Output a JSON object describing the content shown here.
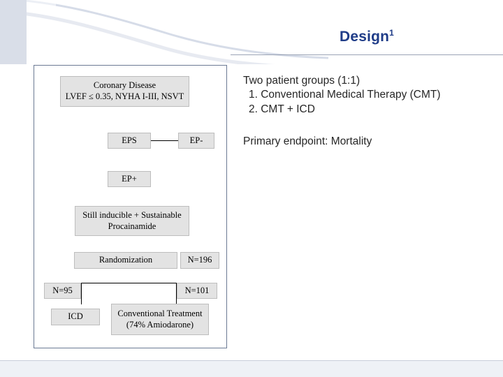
{
  "slide": {
    "title": "Design",
    "title_superscript": "1",
    "accent_color": "#1f3c88"
  },
  "diagram": {
    "nodes": [
      {
        "id": "coronary-disease",
        "line1": "Coronary Disease",
        "line2": "LVEF ≤ 0.35, NYHA I-III, NSVT"
      },
      {
        "id": "eps",
        "line1": "EPS",
        "line2": ""
      },
      {
        "id": "ep-negative-right",
        "line1": "EP-",
        "line2": ""
      },
      {
        "id": "ep-positive",
        "line1": "EP+",
        "line2": ""
      },
      {
        "id": "still-inducible",
        "line1": "Still inducible + Sustainable",
        "line2": "Procainamide"
      },
      {
        "id": "randomization",
        "line1": "Randomization",
        "line2": ""
      },
      {
        "id": "n-196",
        "line1": "N=196",
        "line2": ""
      },
      {
        "id": "n-95",
        "line1": "N=95",
        "line2": ""
      },
      {
        "id": "n-101",
        "line1": "N=101",
        "line2": ""
      },
      {
        "id": "icd",
        "line1": "ICD",
        "line2": ""
      },
      {
        "id": "conventional-treatment",
        "line1": "Conventional Treatment",
        "line2": "(74% Amiodarone)"
      }
    ]
  },
  "content": {
    "lines": [
      {
        "text": "Two patient groups (1:1)",
        "indent": false
      },
      {
        "text": "1. Conventional Medical Therapy (CMT)",
        "indent": true
      },
      {
        "text": "2. CMT + ICD",
        "indent": true
      }
    ],
    "endpoint": "Primary endpoint: Mortality"
  }
}
